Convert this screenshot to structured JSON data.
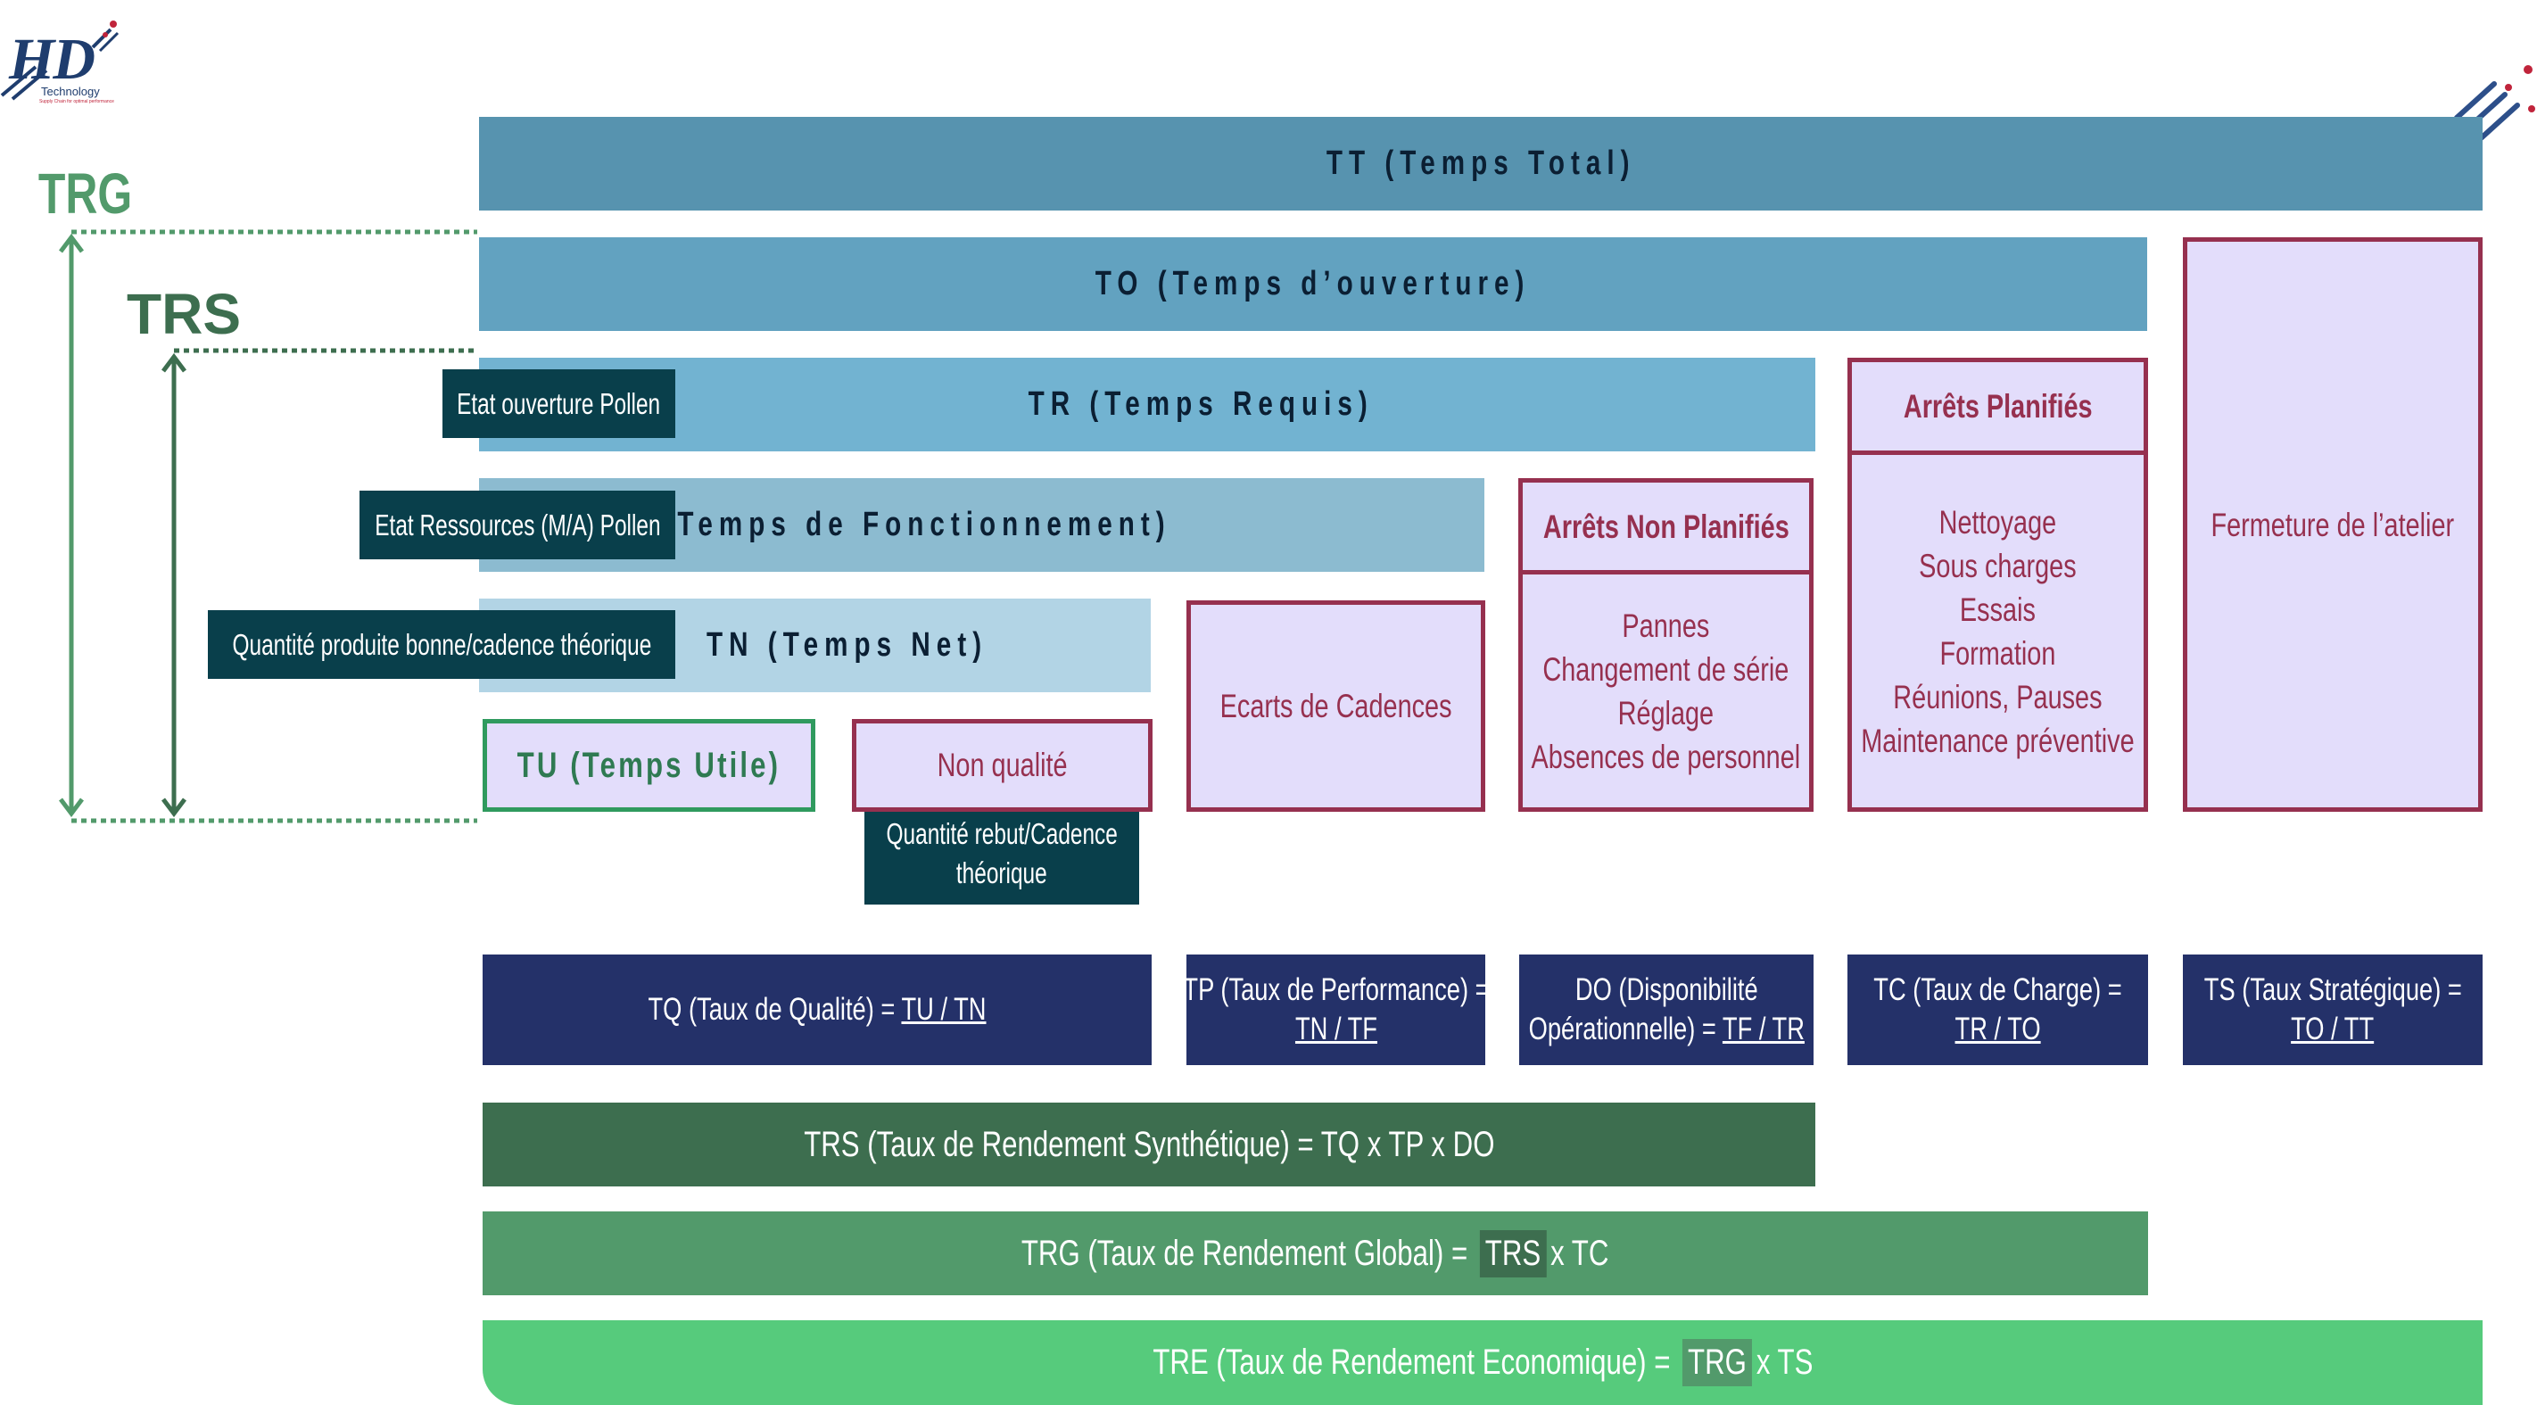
{
  "logo": {
    "mark": "HD",
    "name": "Technology",
    "tagline": "Supply Chain for optimal performance"
  },
  "corner_decoration": "dotted-slash-icon",
  "side_labels": {
    "trg": "TRG",
    "trs": "TRS"
  },
  "time_bars": {
    "tt": "TT (Temps Total)",
    "to": "TO (Temps d’ouverture)",
    "tr": "TR (Temps Requis)",
    "tf": "TF (Temps de Fonctionnement)",
    "tn": "TN (Temps Net)",
    "tu": "TU (Temps Utile)"
  },
  "source_labels": {
    "tr": "Etat ouverture Pollen",
    "tf": "Etat Ressources (M/A) Pollen",
    "tn": "Quantité produite bonne/cadence théorique",
    "non_qualite_line1": "Quantité rebut/Cadence",
    "non_qualite_line2": "théorique"
  },
  "losses": {
    "non_qualite": "Non qualité",
    "ecarts": "Ecarts de Cadences",
    "arrets_non_planifies": {
      "title": "Arrêts Non Planifiés",
      "items": [
        "Pannes",
        "Changement de série",
        "Réglage",
        "Absences de personnel"
      ]
    },
    "arrets_planifies": {
      "title": "Arrêts Planifiés",
      "items": [
        "Nettoyage",
        "Sous charges",
        "Essais",
        "Formation",
        "Réunions, Pauses",
        "Maintenance préventive"
      ]
    },
    "fermeture": "Fermeture de l’atelier"
  },
  "formulas": {
    "tq": {
      "label": "TQ (Taux de Qualité) = ",
      "ratio": "TU / TN"
    },
    "tp": {
      "label": "TP (Taux de Performance) =",
      "ratio": "TN / TF"
    },
    "do": {
      "label1": "DO (Disponibilité",
      "label2": "Opérationnelle) = ",
      "ratio": "TF / TR"
    },
    "tc": {
      "label": "TC (Taux de Charge) =",
      "ratio": "TR / TO"
    },
    "ts": {
      "label": "TS (Taux Stratégique) =",
      "ratio": "TO / TT"
    }
  },
  "kpis": {
    "trs": "TRS (Taux de Rendement Synthétique) = TQ x TP x DO",
    "trg": {
      "prefix": "TRG (Taux de Rendement Global) = ",
      "chip": "TRS",
      "suffix": "x TC"
    },
    "tre": {
      "prefix": "TRE (Taux de Rendement Economique) = ",
      "chip": "TRG",
      "suffix": "x TS"
    }
  },
  "colors": {
    "tt": "#5793af",
    "to": "#62a2c0",
    "tr": "#72b3d1",
    "tf": "#8cbbd0",
    "tn": "#b2d4e5",
    "loss_fill": "#e3ddfb",
    "loss_border": "#96304f",
    "navy": "#243169",
    "teal_label": "#093f4b",
    "trs_green": "#3d6e4f",
    "trg_green": "#529a6b",
    "tre_green": "#56cb7c"
  }
}
